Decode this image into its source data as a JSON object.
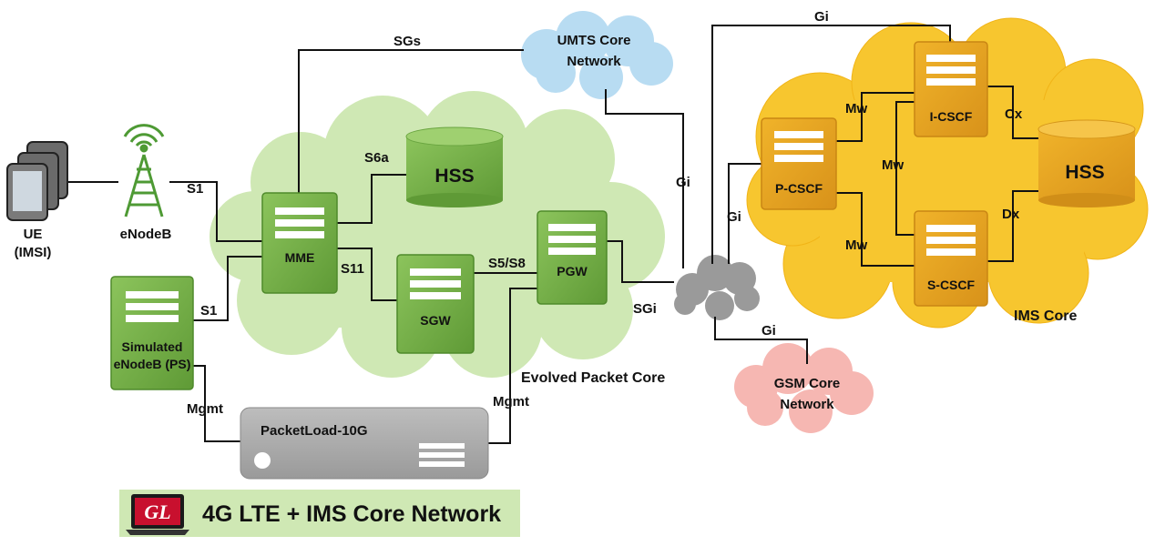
{
  "title": "4G LTE + IMS Core Network",
  "logo_text": "GL",
  "colors": {
    "epc_cloud": "#cfe8b4",
    "green_box": "#79b74a",
    "green_box_dark": "#5d9634",
    "ims_cloud": "#f7c62f",
    "ims_box": "#e9a81f",
    "umts_cloud": "#b8dcf2",
    "gsm_cloud": "#f6b7b2",
    "gray_cloud": "#9a9a9a",
    "appliance": "#a7a7a7",
    "title_bar": "#cfe8b4"
  },
  "nodes": {
    "ue": "UE",
    "ue_sub": "(IMSI)",
    "enodeb": "eNodeB",
    "sim_enodeb_1": "Simulated",
    "sim_enodeb_2": "eNodeB (PS)",
    "mme": "MME",
    "hss_epc": "HSS",
    "sgw": "SGW",
    "pgw": "PGW",
    "packetload": "PacketLoad-10G",
    "umts_1": "UMTS Core",
    "umts_2": "Network",
    "gsm_1": "GSM Core",
    "gsm_2": "Network",
    "pcscf": "P-CSCF",
    "icscf": "I-CSCF",
    "scscf": "S-CSCF",
    "hss_ims": "HSS",
    "epc_label": "Evolved Packet Core",
    "ims_label": "IMS Core"
  },
  "links": {
    "s1_top": "S1",
    "s1_bottom": "S1",
    "s6a": "S6a",
    "s11": "S11",
    "s5s8": "S5/S8",
    "sgs": "SGs",
    "sgi": "SGi",
    "gi_umts": "Gi",
    "gi_top": "Gi",
    "gi_pcscf": "Gi",
    "gi_gsm": "Gi",
    "mgmt_left": "Mgmt",
    "mgmt_right": "Mgmt",
    "mw_p_i": "Mw",
    "mw_i_s": "Mw",
    "mw_p_s": "Mw",
    "cx": "Cx",
    "dx": "Dx"
  }
}
